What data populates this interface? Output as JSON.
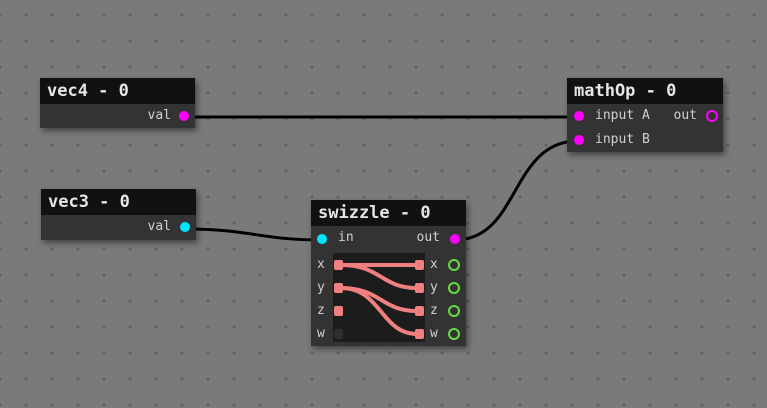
{
  "colors": {
    "magenta": "#ff00ff",
    "cyan": "#00e5ff",
    "green": "#66dd44",
    "salmon": "#f08080",
    "wire": "#000000"
  },
  "nodes": {
    "vec4": {
      "title": "vec4 - 0",
      "output": "val"
    },
    "vec3": {
      "title": "vec3 - 0",
      "output": "val"
    },
    "mathOp": {
      "title": "mathOp - 0",
      "inputs": [
        "input A",
        "input B"
      ],
      "output": "out"
    },
    "swizzle": {
      "title": "swizzle - 0",
      "input": "in",
      "output": "out",
      "in_channels": [
        "x",
        "y",
        "z",
        "w"
      ],
      "out_channels": [
        "x",
        "y",
        "z",
        "w"
      ],
      "mappings": [
        {
          "from": "x",
          "to": "x"
        },
        {
          "from": "x",
          "to": "y"
        },
        {
          "from": "y",
          "to": "z"
        },
        {
          "from": "y",
          "to": "w"
        }
      ]
    }
  },
  "connections": [
    {
      "from": "vec4.val",
      "to": "mathOp.input A"
    },
    {
      "from": "vec3.val",
      "to": "swizzle.in"
    },
    {
      "from": "swizzle.out",
      "to": "mathOp.input B"
    }
  ]
}
